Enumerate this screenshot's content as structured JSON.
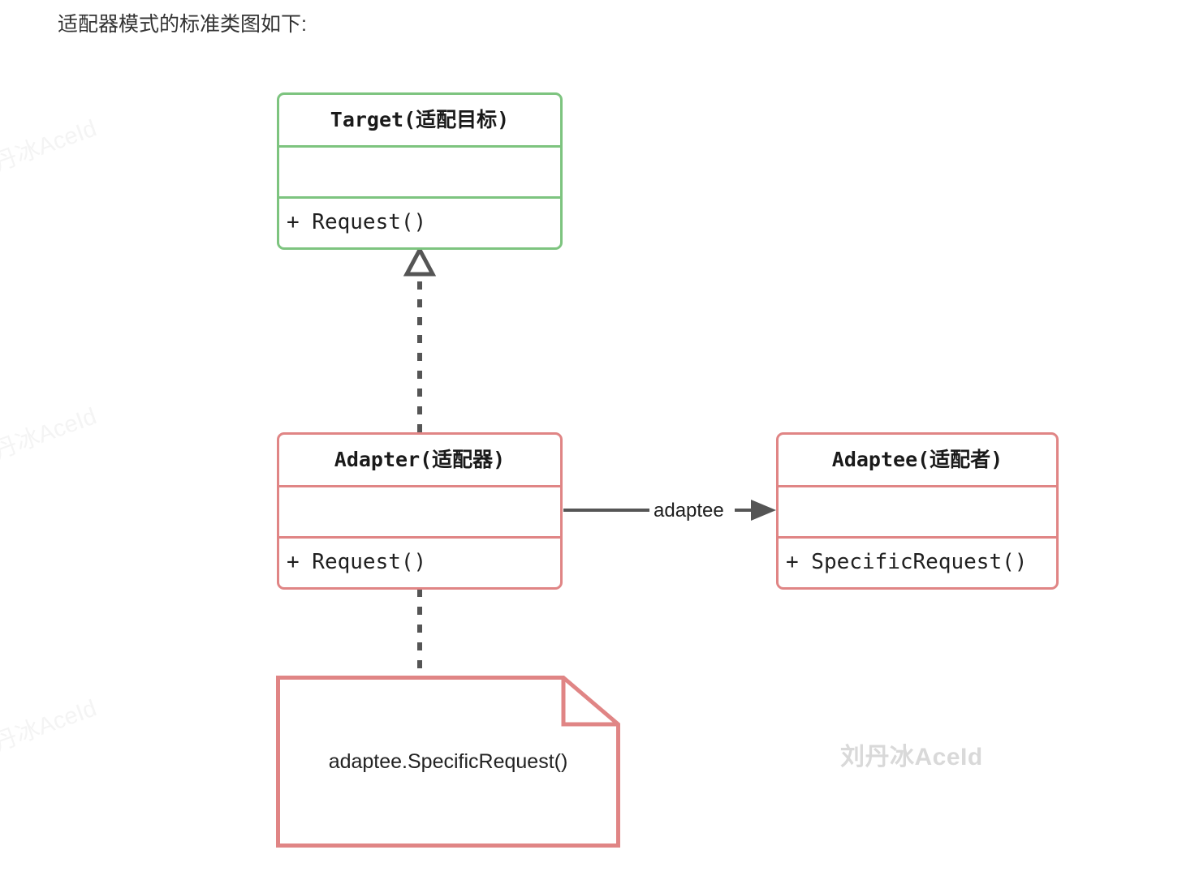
{
  "caption": "适配器模式的标准类图如下:",
  "watermarks": {
    "main": "刘丹冰AceId",
    "edge": "刘丹冰AceId"
  },
  "colors": {
    "target_border": "#7dc47f",
    "adapter_border": "#e08585",
    "adaptee_border": "#e08585",
    "note_border": "#e08585",
    "connector": "#555555",
    "text": "#1f1f1f"
  },
  "diagram": {
    "type": "uml-class-diagram",
    "classes": [
      {
        "id": "target",
        "title": "Target(适配目标)",
        "attributes": [],
        "methods": [
          "+ Request()"
        ],
        "border_color": "#7dc47f"
      },
      {
        "id": "adapter",
        "title": "Adapter(适配器)",
        "attributes": [],
        "methods": [
          "+ Request()"
        ],
        "border_color": "#e08585"
      },
      {
        "id": "adaptee",
        "title": "Adaptee(适配者)",
        "attributes": [],
        "methods": [
          "+ SpecificRequest()"
        ],
        "border_color": "#e08585"
      }
    ],
    "note": {
      "id": "note-adapter-body",
      "text": "adaptee.SpecificRequest()",
      "border_color": "#e08585"
    },
    "relations": [
      {
        "id": "adapter-implements-target",
        "from": "adapter",
        "to": "target",
        "kind": "realization",
        "line": "dashed",
        "arrowhead": "hollow-triangle",
        "label": ""
      },
      {
        "id": "adapter-uses-adaptee",
        "from": "adapter",
        "to": "adaptee",
        "kind": "association",
        "line": "solid",
        "arrowhead": "solid-arrow",
        "label": "adaptee"
      },
      {
        "id": "adapter-note-link",
        "from": "adapter",
        "to": "note-adapter-body",
        "kind": "note-link",
        "line": "dashed",
        "arrowhead": "none",
        "label": ""
      }
    ]
  }
}
